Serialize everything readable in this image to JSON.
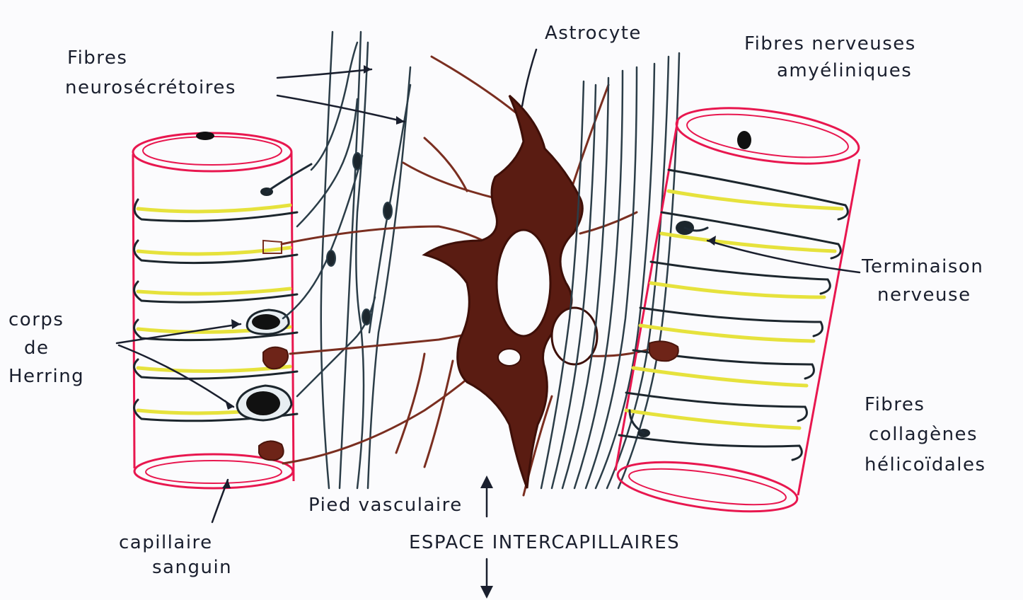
{
  "labels": {
    "astrocyte": "Astrocyte",
    "fibres_neurosecretoires_1": "Fibres",
    "fibres_neurosecretoires_2": "neurosécrétoires",
    "fibres_nerveuses_1": "Fibres nerveuses",
    "fibres_nerveuses_2": "amyéliniques",
    "terminaison_1": "Terminaison",
    "terminaison_2": "nerveuse",
    "corps_herring_1": "corps",
    "corps_herring_2": "de",
    "corps_herring_3": "Herring",
    "fibres_collagenes_1": "Fibres",
    "fibres_collagenes_2": "collagènes",
    "fibres_collagenes_3": "hélicoïdales",
    "capillaire_1": "capillaire",
    "capillaire_2": "sanguin",
    "pied_vasculaire": "Pied vasculaire",
    "espace_intercapillaire": "ESPACE INTERCAPILLAIRES"
  },
  "colors": {
    "capillary_wall": "#e8174f",
    "collagen": "#e6e23c",
    "nerve_fiber": "#2b3d48",
    "astrocyte": "#5a1c12",
    "astrocyte_process": "#7a2e20",
    "label_ink": "#1a1f2e"
  }
}
